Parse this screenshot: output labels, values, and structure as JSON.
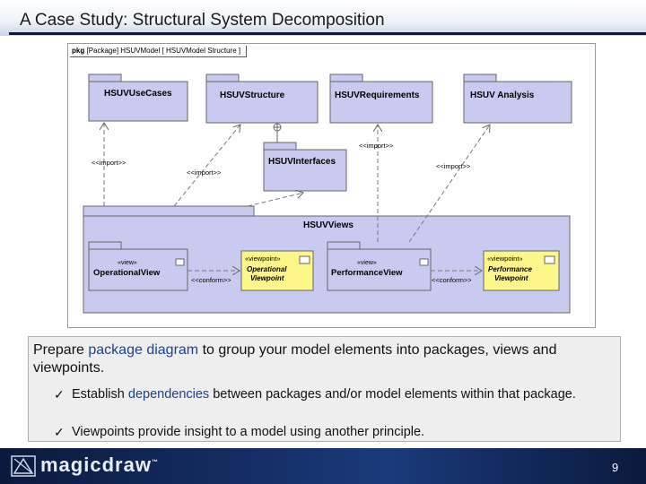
{
  "slide": {
    "title": "A Case Study: Structural System Decomposition",
    "page_number": "9"
  },
  "diagram": {
    "frame_label_kind": "pkg",
    "frame_label_text": "[Package] HSUVModel  [ HSUVModel Structure ]",
    "packages": {
      "use_cases": "HSUVUseCases",
      "structure": "HSUVStructure",
      "requirements": "HSUVRequirements",
      "analysis": "HSUV Analysis",
      "interfaces": "HSUVInterfaces",
      "views": "HSUVViews"
    },
    "view_stereo": "«view»",
    "viewpoint_stereo": "«viewpoint»",
    "operational_view": "OperationalView",
    "operational_viewpoint_line1": "Operational",
    "operational_viewpoint_line2": "Viewpoint",
    "performance_view": "PerformanceView",
    "performance_viewpoint_line1": "Performance",
    "performance_viewpoint_line2": "Viewpoint",
    "import_label": "<<import>>",
    "conform_label": "<<conform>>"
  },
  "text": {
    "line_prefix": "Prepare ",
    "line_highlight": "package diagram",
    "line_suffix": " to group your model elements into packages, views and viewpoints.",
    "bullet1_prefix": "Establish ",
    "bullet1_highlight": "dependencies",
    "bullet1_suffix": " between packages and/or model elements within that package.",
    "bullet2": "Viewpoints provide insight to a model using another principle.",
    "check_glyph": "✓"
  },
  "footer": {
    "logo": "magicdraw",
    "logo_tm": "™"
  },
  "colors": {
    "package_fill": "#c9caf0",
    "viewpoint_fill": "#fff68a",
    "footer_bg": "#0f2350",
    "highlight": "#1f3f8f"
  }
}
